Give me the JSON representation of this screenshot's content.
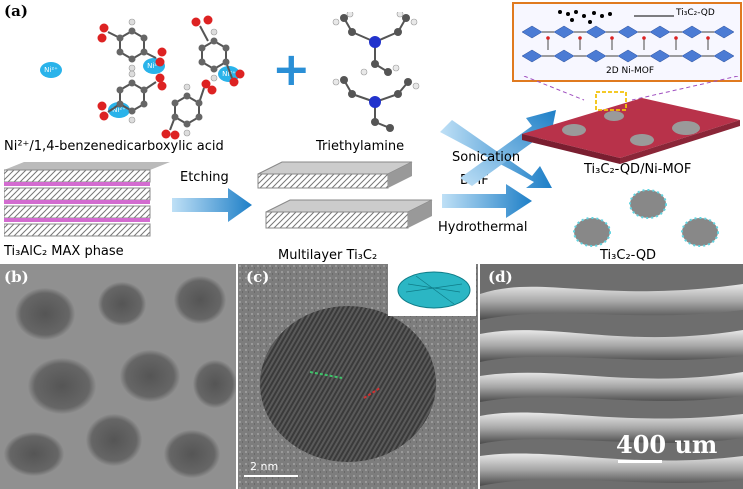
{
  "figure": {
    "panel_a": {
      "label": "(a)",
      "ni_ion_label": "Ni²⁺",
      "captions": {
        "reactants": "Ni²⁺/1,4-benzenedicarboxylic acid",
        "amine": "Triethylamine",
        "max_phase": "Ti₃AlC₂ MAX phase",
        "multilayer": "Multilayer Ti₃C₂",
        "composite": "Ti₃C₂-QD/Ni-MOF",
        "qd": "Ti₃C₂-QD"
      },
      "arrow_labels": {
        "etching": "Etching",
        "sonication": "Sonication",
        "dmf": "DMF",
        "hydrothermal": "Hydrothermal"
      },
      "inset": {
        "qd_label": "Ti₃C₂-QD",
        "mof_label": "2D Ni-MOF",
        "border_color": "#e07a1f"
      },
      "plus_symbol": "+"
    },
    "panel_b": {
      "label": "(b)"
    },
    "panel_c": {
      "label": "(c)",
      "scale_bar": "2 nm"
    },
    "panel_d": {
      "label": "(d)",
      "scale_bar": "400 um"
    },
    "colors": {
      "arrow_blue": "#2a8fd6",
      "ni_ion": "#2ab3ea",
      "mxene_pink": "#d36cd0",
      "composite_red": "#b8324a",
      "qd_cyan": "#5fd3e0"
    }
  }
}
